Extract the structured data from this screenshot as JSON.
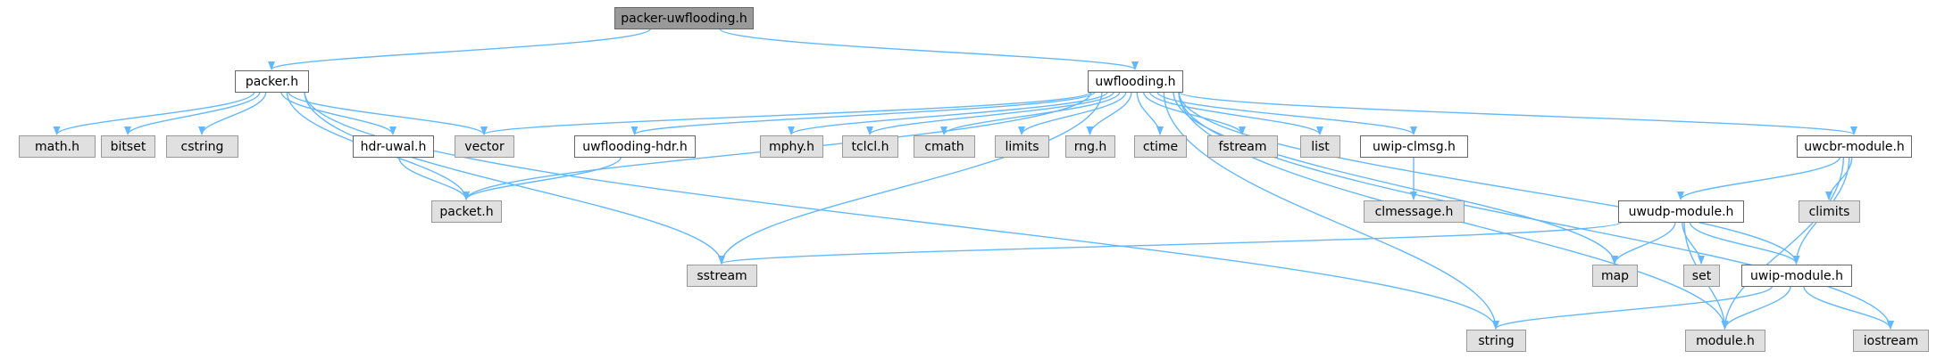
{
  "colors": {
    "edge": "#63b8ff",
    "root_fill": "#999999",
    "root_border": "#666666",
    "project_fill": "#ffffff",
    "project_border": "#666666",
    "system_fill": "#e0e0e0",
    "system_border": "#999999"
  },
  "nodes": {
    "packer_uwflooding": {
      "label": "packer-uwflooding.h",
      "kind": "root"
    },
    "packer": {
      "label": "packer.h",
      "kind": "project"
    },
    "uwflooding": {
      "label": "uwflooding.h",
      "kind": "project"
    },
    "math": {
      "label": "math.h",
      "kind": "system"
    },
    "bitset": {
      "label": "bitset",
      "kind": "system"
    },
    "cstring": {
      "label": "cstring",
      "kind": "system"
    },
    "hdr_uwal": {
      "label": "hdr-uwal.h",
      "kind": "project"
    },
    "vector": {
      "label": "vector",
      "kind": "system"
    },
    "uwflooding_hdr": {
      "label": "uwflooding-hdr.h",
      "kind": "project"
    },
    "mphy": {
      "label": "mphy.h",
      "kind": "system"
    },
    "tclcl": {
      "label": "tclcl.h",
      "kind": "system"
    },
    "cmath": {
      "label": "cmath",
      "kind": "system"
    },
    "limits": {
      "label": "limits",
      "kind": "system"
    },
    "rng": {
      "label": "rng.h",
      "kind": "system"
    },
    "ctime": {
      "label": "ctime",
      "kind": "system"
    },
    "fstream": {
      "label": "fstream",
      "kind": "system"
    },
    "list": {
      "label": "list",
      "kind": "system"
    },
    "uwip_clmsg": {
      "label": "uwip-clmsg.h",
      "kind": "project"
    },
    "uwcbr_module": {
      "label": "uwcbr-module.h",
      "kind": "project"
    },
    "packet": {
      "label": "packet.h",
      "kind": "system"
    },
    "clmessage": {
      "label": "clmessage.h",
      "kind": "system"
    },
    "uwudp_module": {
      "label": "uwudp-module.h",
      "kind": "project"
    },
    "climits": {
      "label": "climits",
      "kind": "system"
    },
    "sstream": {
      "label": "sstream",
      "kind": "system"
    },
    "map": {
      "label": "map",
      "kind": "system"
    },
    "set": {
      "label": "set",
      "kind": "system"
    },
    "uwip_module": {
      "label": "uwip-module.h",
      "kind": "project"
    },
    "string": {
      "label": "string",
      "kind": "system"
    },
    "module": {
      "label": "module.h",
      "kind": "system"
    },
    "iostream": {
      "label": "iostream",
      "kind": "system"
    }
  },
  "edges": [
    [
      "packer_uwflooding",
      "packer"
    ],
    [
      "packer_uwflooding",
      "uwflooding"
    ],
    [
      "packer",
      "math"
    ],
    [
      "packer",
      "bitset"
    ],
    [
      "packer",
      "cstring"
    ],
    [
      "packer",
      "hdr_uwal"
    ],
    [
      "packer",
      "vector"
    ],
    [
      "packer",
      "packet"
    ],
    [
      "packer",
      "sstream"
    ],
    [
      "packer",
      "string"
    ],
    [
      "hdr_uwal",
      "packet"
    ],
    [
      "uwflooding",
      "vector"
    ],
    [
      "uwflooding",
      "packet"
    ],
    [
      "uwflooding",
      "uwflooding_hdr"
    ],
    [
      "uwflooding",
      "sstream"
    ],
    [
      "uwflooding",
      "mphy"
    ],
    [
      "uwflooding",
      "tclcl"
    ],
    [
      "uwflooding",
      "cmath"
    ],
    [
      "uwflooding",
      "limits"
    ],
    [
      "uwflooding",
      "rng"
    ],
    [
      "uwflooding",
      "ctime"
    ],
    [
      "uwflooding",
      "fstream"
    ],
    [
      "uwflooding",
      "list"
    ],
    [
      "uwflooding",
      "uwip_clmsg"
    ],
    [
      "uwflooding",
      "string"
    ],
    [
      "uwflooding",
      "module"
    ],
    [
      "uwflooding",
      "map"
    ],
    [
      "uwflooding",
      "uwip_module"
    ],
    [
      "uwflooding",
      "uwcbr_module"
    ],
    [
      "uwflooding",
      "iostream"
    ],
    [
      "uwflooding_hdr",
      "packet"
    ],
    [
      "uwip_clmsg",
      "clmessage"
    ],
    [
      "uwcbr_module",
      "uwudp_module"
    ],
    [
      "uwcbr_module",
      "climits"
    ],
    [
      "uwcbr_module",
      "uwip_module"
    ],
    [
      "uwcbr_module",
      "module"
    ],
    [
      "uwudp_module",
      "sstream"
    ],
    [
      "uwudp_module",
      "map"
    ],
    [
      "uwudp_module",
      "set"
    ],
    [
      "uwudp_module",
      "uwip_module"
    ],
    [
      "uwudp_module",
      "module"
    ],
    [
      "uwip_module",
      "string"
    ],
    [
      "uwip_module",
      "module"
    ],
    [
      "uwip_module",
      "iostream"
    ]
  ]
}
